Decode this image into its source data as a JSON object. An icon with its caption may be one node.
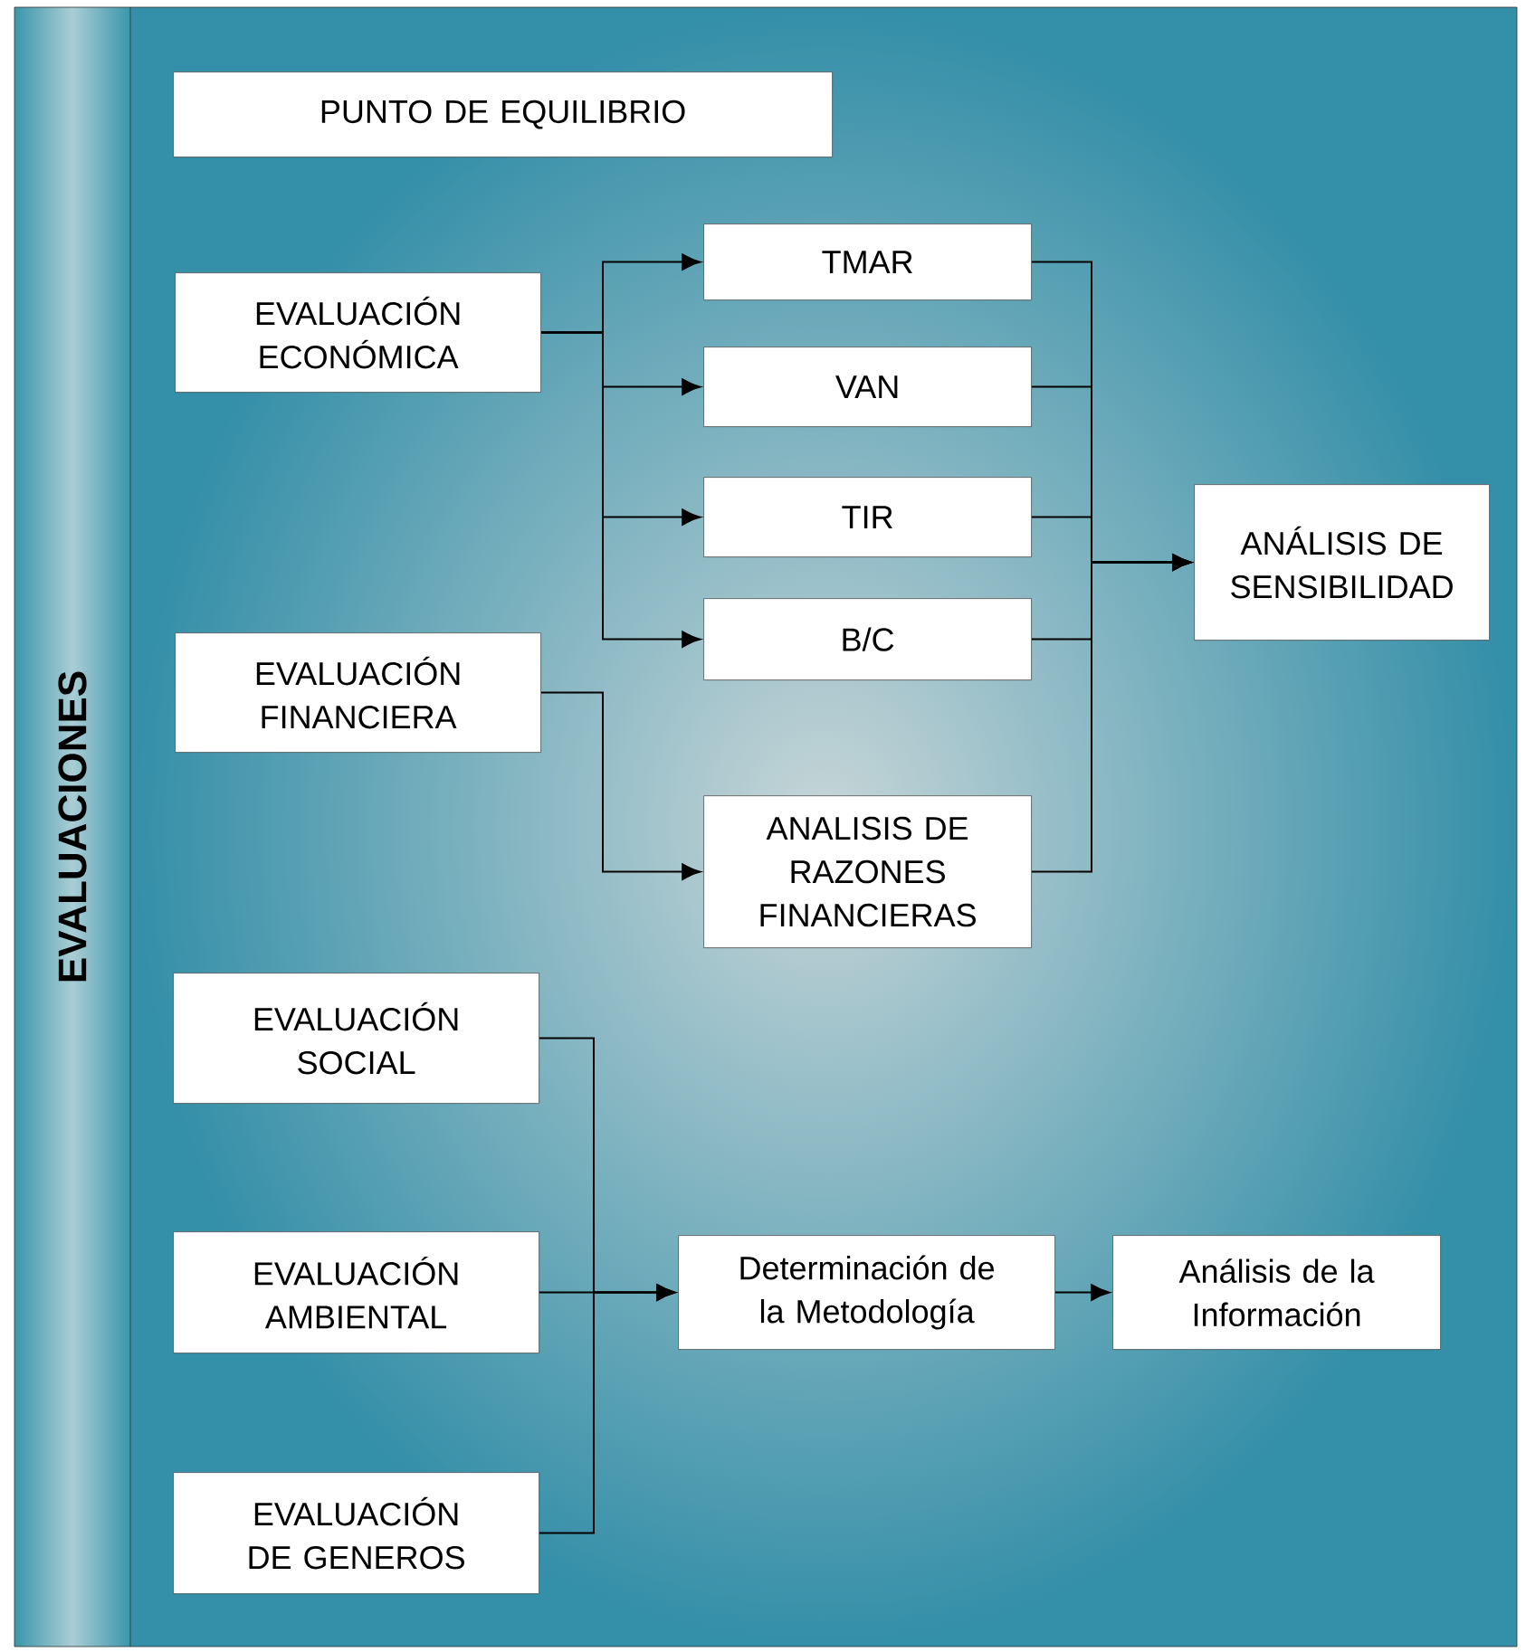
{
  "diagram": {
    "nodes": [
      {
        "text": [
          "EVALUACIONES"
        ]
      },
      {
        "text": [
          "PUNTO DE EQUILIBRIO"
        ],
        "in": 0
      },
      {
        "text": [
          "EVALUACIÓN ECONÓMICA"
        ],
        "in": 0
      },
      {
        "text": [
          "TMAR"
        ],
        "in": 0
      },
      {
        "text": [
          "VAN"
        ],
        "in": 0
      },
      {
        "text": [
          "TIR"
        ],
        "in": 0
      },
      {
        "text": [
          "B/C"
        ],
        "in": 0
      },
      {
        "text": [
          "ANÁLISIS DE SENSIBILIDAD"
        ],
        "in": 0
      },
      {
        "text": [
          "EVALUACIÓN FINANCIERA"
        ],
        "in": 0
      },
      {
        "text": [
          "ANALISIS DE RAZONES FINANCIERAS"
        ],
        "in": 0
      },
      {
        "text": [
          "EVALUACIÓN SOCIAL"
        ],
        "in": 0
      },
      {
        "text": [
          "EVALUACIÓN AMBIENTAL"
        ],
        "in": 0
      },
      {
        "text": [
          "Determinación de la Metodología"
        ],
        "in": 0
      },
      {
        "text": [
          "Análisis de la Información"
        ],
        "in": 0
      },
      {
        "text": [
          "EVALUACIÓN DE GENEROS"
        ],
        "in": 0
      }
    ],
    "edges": [
      {
        "from": 2,
        "to": 3,
        "arrow": "to"
      },
      {
        "from": 2,
        "to": 4,
        "arrow": "to"
      },
      {
        "from": 2,
        "to": 5,
        "arrow": "to"
      },
      {
        "from": 2,
        "to": 6,
        "arrow": "to"
      },
      {
        "from": 8,
        "to": 9,
        "arrow": "to"
      },
      {
        "from": 3,
        "to": 7,
        "arrow": "to"
      },
      {
        "from": 4,
        "to": 7,
        "arrow": "to"
      },
      {
        "from": 5,
        "to": 7,
        "arrow": "to"
      },
      {
        "from": 6,
        "to": 7,
        "arrow": "to"
      },
      {
        "from": 9,
        "to": 7,
        "arrow": "to"
      },
      {
        "from": 10,
        "to": 12,
        "arrow": "to"
      },
      {
        "from": 11,
        "to": 12,
        "arrow": "to"
      },
      {
        "from": 14,
        "to": 12,
        "arrow": "to"
      },
      {
        "from": 12,
        "to": 13,
        "arrow": "to"
      }
    ]
  }
}
